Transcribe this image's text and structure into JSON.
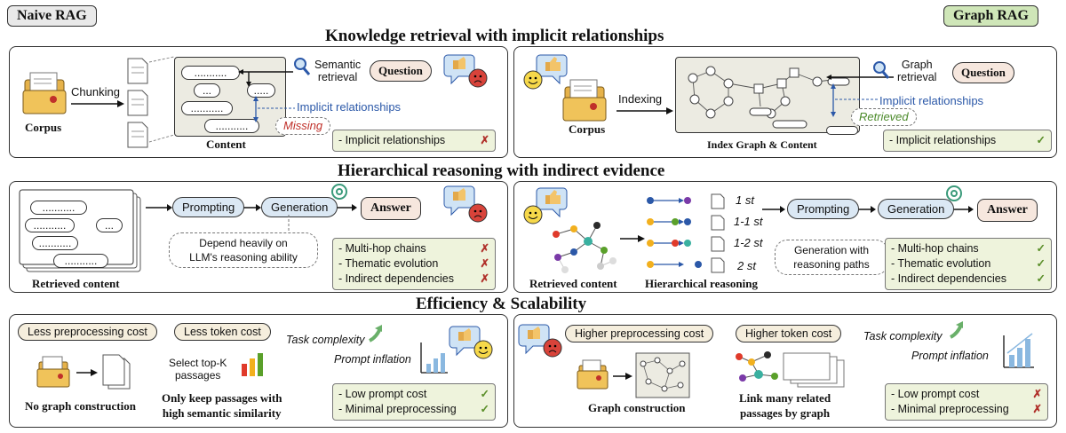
{
  "tags": {
    "naive": "Naive RAG",
    "graph": "Graph RAG"
  },
  "sections": {
    "s1": "Knowledge retrieval with implicit relationships",
    "s2": "Hierarchical reasoning with indirect evidence",
    "s3": "Efficiency & Scalability"
  },
  "row1": {
    "left": {
      "corpus": "Corpus",
      "chunking": "Chunking",
      "content": "Content",
      "semantic_retrieval": "Semantic\nretrieval",
      "question": "Question",
      "implicit": "Implicit relationships",
      "missing": "Missing",
      "dots": "...........",
      "dots_short": "...",
      "dots_mid": ".....",
      "verdict": "- Implicit relationships"
    },
    "right": {
      "corpus": "Corpus",
      "indexing": "Indexing",
      "graph_retrieval": "Graph\nretrieval",
      "question": "Question",
      "implicit": "Implicit relationships",
      "retrieved": "Retrieved",
      "index_graph": "Index Graph & Content",
      "verdict": "- Implicit relationships"
    }
  },
  "row2": {
    "left": {
      "prompting": "Prompting",
      "generation": "Generation",
      "answer": "Answer",
      "note": "Depend heavily on\nLLM's reasoning ability",
      "retrieved": "Retrieved content",
      "verdicts": [
        "- Multi-hop chains",
        "- Thematic evolution",
        "- Indirect dependencies"
      ]
    },
    "right": {
      "hops": [
        "1 st",
        "1-1 st",
        "1-2 st",
        "2 st"
      ],
      "prompting": "Prompting",
      "generation": "Generation",
      "answer": "Answer",
      "note": "Generation with\nreasoning paths",
      "retrieved": "Retrieved content",
      "hier": "Hierarchical reasoning",
      "verdicts": [
        "- Multi-hop chains",
        "- Thematic evolution",
        "- Indirect dependencies"
      ]
    }
  },
  "row3": {
    "left": {
      "cost1": "Less preprocessing cost",
      "cost2": "Less token cost",
      "select": "Select top-K\npassages",
      "task": "Task complexity",
      "prompt": "Prompt inflation",
      "no_graph": "No graph construction",
      "keep": "Only keep passages with\nhigh semantic similarity",
      "verdicts": [
        "- Low prompt cost",
        "- Minimal preprocessing"
      ]
    },
    "right": {
      "cost1": "Higher preprocessing cost",
      "cost2": "Higher token cost",
      "task": "Task complexity",
      "prompt": "Prompt inflation",
      "graph_con": "Graph construction",
      "link": "Link many related\npassages by graph",
      "verdicts": [
        "- Low prompt cost",
        "- Minimal preprocessing"
      ]
    }
  },
  "marks": {
    "ok": "✓",
    "no": "✗"
  },
  "colors": {
    "verdict_bg": "#eef3dc",
    "question_bg": "#f6e7de",
    "pill_bg": "#dbe8f4",
    "cost_bg": "#f5eedd"
  }
}
